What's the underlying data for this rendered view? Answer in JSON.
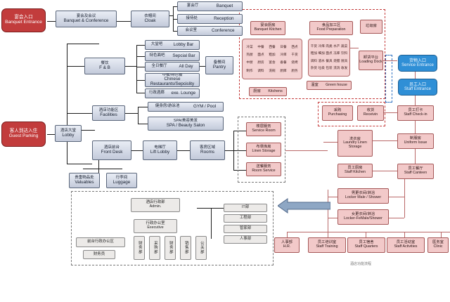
{
  "entrances": {
    "banquet": {
      "zh": "宴会入口",
      "en": "Banquet Entrance"
    },
    "guest": {
      "zh": "客人到达入住",
      "en": "Guest Parking"
    },
    "service": {
      "zh": "货物入口",
      "en": "Service Entrance"
    },
    "staff": {
      "zh": "员工入口",
      "en": "Staff Entrance"
    }
  },
  "front": {
    "banquet_conf": {
      "zh": "宴会及会议",
      "en": "Banquet & Conference"
    },
    "cloak": {
      "zh": "衣帽间",
      "en": "Cloak"
    },
    "banquet_rooms": [
      {
        "zh": "宴会厅",
        "en": "Banquet"
      },
      {
        "zh": "接待处",
        "en": "Reception"
      },
      {
        "zh": "会议室",
        "en": "Conference"
      }
    ],
    "fb": {
      "zh": "餐饮",
      "en": "F & B"
    },
    "outlets": [
      {
        "zh": "大堂吧",
        "en": "Lobby Bar"
      },
      {
        "zh": "特色面吧",
        "en": "Sepcial Bar"
      },
      {
        "zh": "全日餐厅",
        "en": "All Day"
      },
      {
        "zh": "中餐/特色餐",
        "en": "Chinese Restaurants/Sepcislity"
      },
      {
        "zh": "行政酒廊",
        "en": "exe. Lounge"
      }
    ],
    "pantry": {
      "zh": "备餐间",
      "en": "Pantry"
    },
    "facilities": {
      "zh": "酒店功能区",
      "en": "Facilities"
    },
    "gym": {
      "zh": "健身房/游泳池",
      "en": "GYM / Pool"
    },
    "spa": {
      "zh": "SPA/美容美发",
      "en": "SPA / Beauty Salon"
    },
    "lobby": {
      "zh": "酒店大堂",
      "en": "Lobby"
    },
    "front_desk": {
      "zh": "酒店前台",
      "en": "Front Desk"
    },
    "lift_lobby": {
      "zh": "电梯厅",
      "en": "Lift Lobby"
    },
    "rooms": {
      "zh": "客房区域",
      "en": "Rooms"
    },
    "valuables": {
      "zh": "贵重物品处",
      "en": "Valuables"
    },
    "luggage": {
      "zh": "行李间",
      "en": "Luggage"
    }
  },
  "admin": {
    "title": {
      "zh": "酒店行政部",
      "en": "Admin."
    },
    "executive": {
      "zh": "行政办公室",
      "en": "Executive"
    },
    "front_office": {
      "zh": "前台行政办公区"
    },
    "finance": {
      "zh": "财务员"
    },
    "sub": [
      {
        "zh": "财务部"
      },
      {
        "zh": "采购部"
      },
      {
        "zh": "财务部"
      },
      {
        "zh": "销售部"
      },
      {
        "zh": "公关部"
      }
    ],
    "depts": [
      {
        "zh": "IT部"
      },
      {
        "zh": "工程部"
      },
      {
        "zh": "管家部"
      },
      {
        "zh": "人事部"
      }
    ]
  },
  "back": {
    "banquet_kitchen": {
      "zh": "宴会厨房",
      "en": "Banquet Kitchen"
    },
    "food_prep": {
      "zh": "食品加工区",
      "en": "Food Preparation"
    },
    "garbage": {
      "zh": "垃圾房"
    },
    "kitchens": {
      "zh": "厨房",
      "en": "Kitchens"
    },
    "green_house": {
      "zh": "温室",
      "en": "Green house"
    },
    "loading": {
      "zh": "卸货平台",
      "en": "Loading Dock"
    },
    "purchasing": {
      "zh": "采购",
      "en": "Purchasing"
    },
    "receiving": {
      "zh": "收货",
      "en": "Receivin"
    },
    "service_room": {
      "zh": "楼层服务",
      "en": "Service Room"
    },
    "linen_storage": {
      "zh": "布草库房",
      "en": "Linen Storage"
    },
    "room_service": {
      "zh": "送餐服务",
      "en": "Room Service"
    },
    "laundry": {
      "zh": "洗衣房",
      "en": "Laundry Linen Storage"
    },
    "staff_checkin": {
      "zh": "员工打卡",
      "en": "Staff Check-in"
    },
    "uniform": {
      "zh": "制服房",
      "en": "Uniform Issue"
    },
    "staff_kitchen": {
      "zh": "员工厨房",
      "en": "Staff Kitchen"
    },
    "staff_canteen": {
      "zh": "员工餐厅",
      "en": "Staff Canteen"
    },
    "locker_male": {
      "zh": "男更衣间/淋浴",
      "en": "Locker Male / Shower"
    },
    "locker_female": {
      "zh": "女更衣间/淋浴",
      "en": "Locker-FeMale/Shower"
    },
    "hr": {
      "zh": "人事部",
      "en": "H.R."
    },
    "training": {
      "zh": "员工培训室",
      "en": "Staff Training"
    },
    "quarters": {
      "zh": "员工宿舍",
      "en": "Staff Quarters"
    },
    "activities": {
      "zh": "员工活动室",
      "en": "Staff Activities"
    },
    "clinic": {
      "zh": "医务室",
      "en": "Clinic"
    }
  },
  "kitchen_grid_a": [
    "冷菜",
    "中餐",
    "西餐",
    "日餐",
    "西点",
    "热厨",
    "面点",
    "粗加",
    "冷库",
    "干货",
    "中厨",
    "厨房",
    "宴会",
    "备餐",
    "烧烤",
    "制作",
    "调料",
    "洗碗",
    "厨库",
    "厨务"
  ],
  "kitchen_grid_b": [
    "干货",
    "冷库",
    "肉类",
    "水产",
    "蔬菜",
    "粗加",
    "细加",
    "面点",
    "冻库",
    "饮料",
    "调料",
    "酒水",
    "餐具",
    "烧腊",
    "厨具",
    "杂货",
    "垃圾",
    "包装",
    "洗消",
    "收发"
  ],
  "footer": "酒店功能流程"
}
